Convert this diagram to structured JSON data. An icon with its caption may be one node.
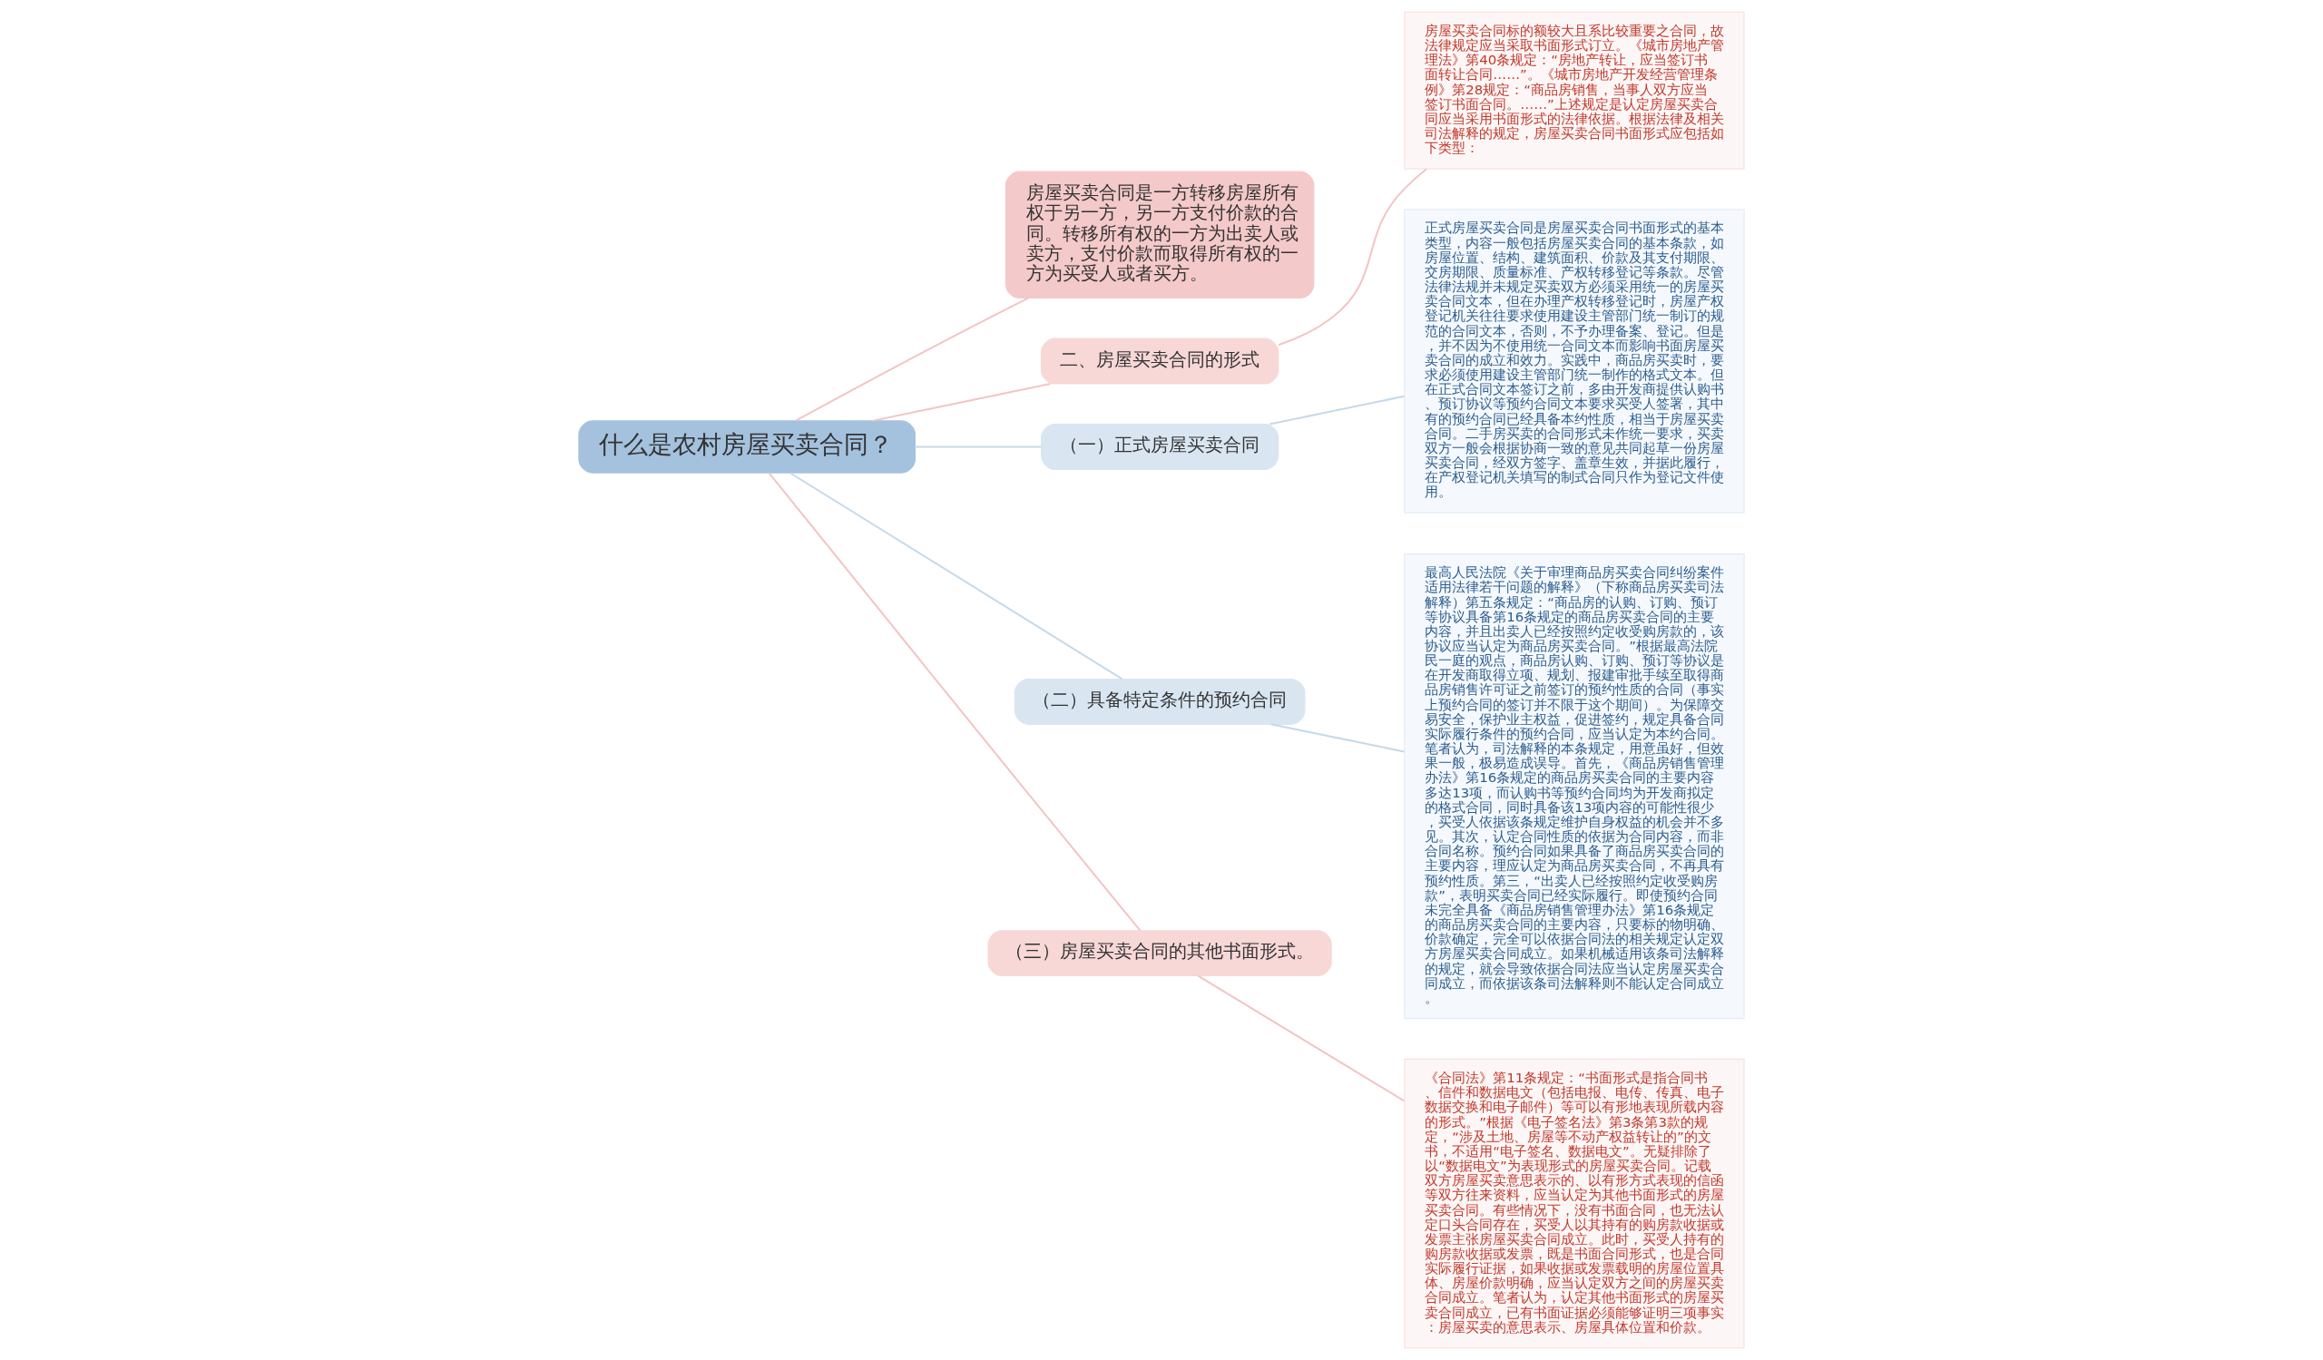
{
  "diagram": {
    "nodes": [
      {
        "text": [
          "什么是农村房屋买卖合同？"
        ]
      },
      {
        "text": [
          "房屋买卖合同是一方转移房屋所有权于另一方，另一方支付价款的合同。转移所有权的一方为出卖人或卖方，支付价款而取得所有权的一方为买受人或者买方。"
        ]
      },
      {
        "text": [
          "二、房屋买卖合同的形式"
        ]
      },
      {
        "text": [
          "房屋买卖合同标的额较大且系比较重要之合同，故法律规定应当采取书面形式订立。《城市房地产管理法》第40条规定：“房地产转让，应当签订书面转让合同……”。《城市房地产开发经营管理条例》第28规定：“商品房销售，当事人双方应当签订书面合同。……”上述规定是认定房屋买卖合同应当采用书面形式的法律依据。根据法律及相关司法解释的规定，房屋买卖合同书面形式应包括如下类型："
        ]
      },
      {
        "text": [
          "（一）正式房屋买卖合同"
        ]
      },
      {
        "text": [
          "正式房屋买卖合同是房屋买卖合同书面形式的基本类型，内容一般包括房屋买卖合同的基本条款，如房屋位置、结构、建筑面积、价款及其支付期限、交房期限、质量标准、产权转移登记等条款。尽管法律法规并未规定买卖双方必须采用统一的房屋买卖合同文本，但在办理产权转移登记时，房屋产权登记机关往往要求使用建设主管部门统一制订的规范的合同文本，否则，不予办理备案、登记。但是，并不因为不使用统一合同文本而影响书面房屋买卖合同的成立和效力。实践中，商品房买卖时，要求必须使用建设主管部门统一制作的格式文本。但在正式合同文本签订之前，多由开发商提供认购书、预订协议等预约合同文本要求买受人签署，其中有的预约合同已经具备本约性质，相当于房屋买卖合同。二手房买卖的合同形式未作统一要求，买卖双方一般会根据协商一致的意见共同起草一份房屋买卖合同，经双方签字、盖章生效，并据此履行，在产权登记机关填写的制式合同只作为登记文件使用。"
        ]
      },
      {
        "text": [
          "（二）具备特定条件的预约合同"
        ]
      },
      {
        "text": [
          "最高人民法院《关于审理商品房买卖合同纠纷案件适用法律若干问题的解释》（下称商品房买卖司法解释）第五条规定：“商品房的认购、订购、预订等协议具备第16条规定的商品房买卖合同的主要内容，并且出卖人已经按照约定收受购房款的，该协议应当认定为商品房买卖合同。”根据最高法院民一庭的观点，商品房认购、订购、预订等协议是在开发商取得立项、规划、报建审批手续至取得商品房销售许可证之前签订的预约性质的合同（事实上预约合同的签订并不限于这个期间）。为保障交易安全，保护业主权益，促进签约，规定具备合同实际履行条件的预约合同，应当认定为本约合同。笔者认为，司法解释的本条规定，用意虽好，但效果一般，极易造成误导。首先，《商品房销售管理办法》第16条规定的商品房买卖合同的主要内容多达13项，而认购书等预约合同均为开发商拟定的格式合同，同时具备该13项内容的可能性很少，买受人依据该条规定维护自身权益的机会并不多见。其次，认定合同性质的依据为合同内容，而非合同名称。预约合同如果具备了商品房买卖合同的主要内容，理应认定为商品房买卖合同，不再具有预约性质。第三，“出卖人已经按照约定收受购房款”，表明买卖合同已经实际履行。即使预约合同未完全具备《商品房销售管理办法》第16条规定的商品房买卖合同的主要内容，只要标的物明确、价款确定，完全可以依据合同法的相关规定认定双方房屋买卖合同成立。如果机械适用该条司法解释的规定，就会导致依据合同法应当认定房屋买卖合同成立，而依据该条司法解释则不能认定合同成立。"
        ]
      },
      {
        "text": [
          "（三）房屋买卖合同的其他书面形式。"
        ]
      },
      {
        "text": [
          "《合同法》第11条规定：“书面形式是指合同书、信件和数据电文（包括电报、电传、传真、电子数据交换和电子邮件）等可以有形地表现所载内容的形式。”根据《电子签名法》第3条第3款的规定，“涉及土地、房屋等不动产权益转让的”的文书，不适用“电子签名、数据电文”。无疑排除了以“数据电文”为表现形式的房屋买卖合同。记载双方房屋买卖意思表示的、以有形方式表现的信函等双方往来资料，应当认定为其他书面形式的房屋买卖合同。有些情况下，没有书面合同，也无法认定口头合同存在，买受人以其持有的购房款收据或发票主张房屋买卖合同成立。此时，买受人持有的购房款收据或发票，既是书面合同形式，也是合同实际履行证据，如果收据或发票载明的房屋位置具体、房屋价款明确，应当认定双方之间的房屋买卖合同成立。笔者认为，认定其他书面形式的房屋买卖合同成立，已有书面证据必须能够证明三项事实：房屋买卖的意思表示、房屋具体位置和价款。"
        ]
      }
    ],
    "edges": [
      {
        "from": 0,
        "to": 1,
        "arrow": "none"
      },
      {
        "from": 0,
        "to": 2,
        "arrow": "none"
      },
      {
        "from": 2,
        "to": 3,
        "arrow": "none"
      },
      {
        "from": 0,
        "to": 4,
        "arrow": "none",
        "color": "#c5d9ea"
      },
      {
        "from": 4,
        "to": 5,
        "arrow": "none",
        "color": "#c5d9ea"
      },
      {
        "from": 0,
        "to": 6,
        "arrow": "none",
        "color": "#c5d9ea"
      },
      {
        "from": 6,
        "to": 7,
        "arrow": "none",
        "color": "#c5d9ea"
      },
      {
        "from": 0,
        "to": 8,
        "arrow": "none"
      },
      {
        "from": 8,
        "to": 9,
        "arrow": "none"
      }
    ]
  }
}
